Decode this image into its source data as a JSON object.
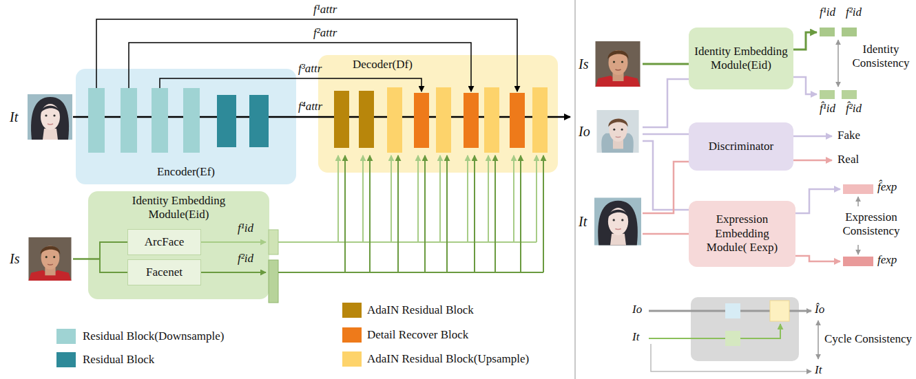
{
  "diagram": {
    "nodes": [
      {
        "text": [
          "It"
        ]
      },
      {
        "text": [
          "Encoder(Ef)"
        ]
      },
      {
        "text": [
          "Decoder(Df)"
        ]
      },
      {
        "text": [
          "Is"
        ]
      },
      {
        "text": [
          "Identity Embedding Module(Eid)"
        ]
      },
      {
        "text": [
          "ArcFace"
        ],
        "in": 4
      },
      {
        "text": [
          "Facenet"
        ],
        "in": 4
      },
      {
        "text": [
          "Is"
        ]
      },
      {
        "text": [
          "Identity Embedding Module(Eid)"
        ]
      },
      {
        "text": [
          "Io"
        ]
      },
      {
        "text": [
          "Discriminator"
        ]
      },
      {
        "text": [
          "It"
        ]
      },
      {
        "text": [
          "Expression Embedding Module( Eexp)"
        ]
      }
    ],
    "edges": [
      {
        "from": 0,
        "to": 1,
        "arrow": "none"
      },
      {
        "from": 1,
        "to": 2,
        "label": "f⁴attr",
        "arrow": "none"
      },
      {
        "from": 1,
        "to": 2,
        "label": "f¹attr",
        "arrow": "to"
      },
      {
        "from": 1,
        "to": 2,
        "label": "f²attr",
        "arrow": "to"
      },
      {
        "from": 1,
        "to": 2,
        "label": "f³attr",
        "arrow": "to"
      },
      {
        "from": 3,
        "to": 5,
        "arrow": "none"
      },
      {
        "from": 3,
        "to": 6,
        "arrow": "none"
      },
      {
        "from": 5,
        "to": 2,
        "arrow": "to"
      },
      {
        "from": 6,
        "to": 2,
        "arrow": "to"
      },
      {
        "from": 7,
        "to": 8,
        "arrow": "none"
      },
      {
        "from": 9,
        "to": 8,
        "arrow": "none"
      },
      {
        "from": 9,
        "to": 10,
        "arrow": "none"
      },
      {
        "from": 9,
        "to": 12,
        "arrow": "none"
      },
      {
        "from": 11,
        "to": 10,
        "arrow": "none"
      },
      {
        "from": 11,
        "to": 12,
        "arrow": "none"
      }
    ],
    "labels": [
      "f¹id",
      "f²id",
      "f¹id",
      "f²id",
      "Identity Consistency",
      "f̂¹id",
      "f̂²id",
      "Fake",
      "Real",
      "f̂exp",
      "Expression Consistency",
      "fexp",
      "Io",
      "Îo",
      "Cycle Consistency",
      "It",
      "It"
    ],
    "legend": [
      {
        "text": "Residual Block(Downsample)",
        "color": "#9fd3d3"
      },
      {
        "text": "Residual Block",
        "color": "#2e8a99"
      },
      {
        "text": "AdaIN Residual Block",
        "color": "#b8860b"
      },
      {
        "text": "Detail Recover Block",
        "color": "#ee7a1a"
      },
      {
        "text": "AdaIN Residual Block(Upsample)",
        "color": "#fdd36b"
      }
    ]
  }
}
